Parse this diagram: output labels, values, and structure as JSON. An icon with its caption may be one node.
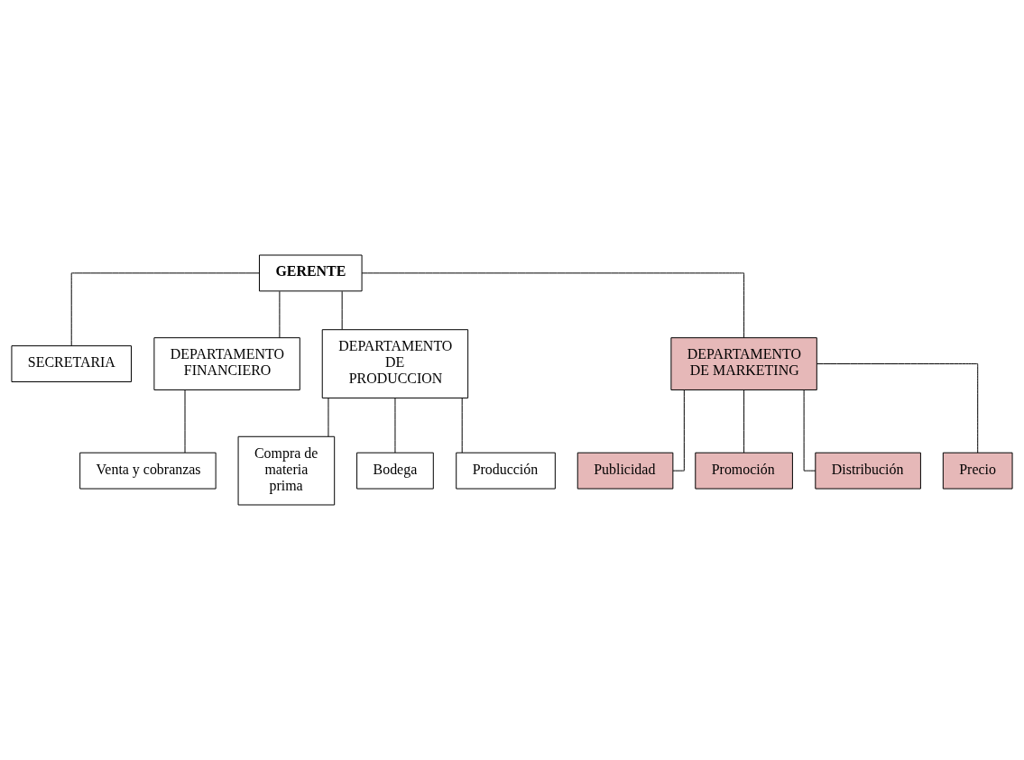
{
  "diagram": {
    "nodes": [
      {
        "text": [
          "GERENTE"
        ]
      },
      {
        "text": [
          "SECRETARIA"
        ]
      },
      {
        "text": [
          "DEPARTAMENTO FINANCIERO"
        ]
      },
      {
        "text": [
          "DEPARTAMENTO DE PRODUCCION"
        ]
      },
      {
        "text": [
          "DEPARTAMENTO DE MARKETING"
        ]
      },
      {
        "text": [
          "Venta y cobranzas"
        ]
      },
      {
        "text": [
          "Compra de materia prima"
        ]
      },
      {
        "text": [
          "Bodega"
        ]
      },
      {
        "text": [
          "Producción"
        ]
      },
      {
        "text": [
          "Publicidad"
        ]
      },
      {
        "text": [
          "Promoción"
        ]
      },
      {
        "text": [
          "Distribución"
        ]
      },
      {
        "text": [
          "Precio"
        ]
      }
    ],
    "edges": [
      {
        "from": 0,
        "to": 1,
        "arrow": "none"
      },
      {
        "from": 0,
        "to": 2,
        "arrow": "none"
      },
      {
        "from": 0,
        "to": 3,
        "arrow": "none"
      },
      {
        "from": 0,
        "to": 4,
        "arrow": "none"
      },
      {
        "from": 2,
        "to": 5,
        "arrow": "none"
      },
      {
        "from": 3,
        "to": 6,
        "arrow": "none"
      },
      {
        "from": 3,
        "to": 7,
        "arrow": "none"
      },
      {
        "from": 3,
        "to": 8,
        "arrow": "none"
      },
      {
        "from": 4,
        "to": 9,
        "arrow": "none"
      },
      {
        "from": 4,
        "to": 10,
        "arrow": "none"
      },
      {
        "from": 4,
        "to": 11,
        "arrow": "none"
      },
      {
        "from": 4,
        "to": 12,
        "arrow": "none"
      }
    ]
  }
}
